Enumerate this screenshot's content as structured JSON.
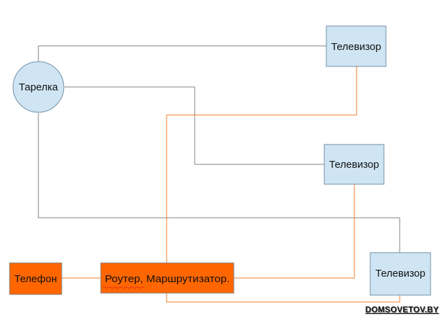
{
  "diagram": {
    "colors": {
      "gray_line": "#7f7f7f",
      "orange_line": "#f47b20",
      "tv_fill": "#cfe5f3",
      "tv_stroke": "#6f8ea8",
      "dish_fill": "#cfe5f3",
      "device_fill": "#ff6600",
      "device_stroke": "#7f7f7f"
    },
    "nodes": {
      "dish": {
        "label": "Тарелка",
        "shape": "circle"
      },
      "tv1": {
        "label": "Телевизор",
        "shape": "rect"
      },
      "tv2": {
        "label": "Телевизор",
        "shape": "rect"
      },
      "tv3": {
        "label": "Телевизор",
        "shape": "rect"
      },
      "phone": {
        "label": "Телефон",
        "shape": "rect"
      },
      "router": {
        "label": "Роутер, Маршрутизатор.",
        "shape": "rect"
      }
    },
    "edges": [
      {
        "from": "dish",
        "to": "tv1",
        "kind": "coax",
        "color": "gray"
      },
      {
        "from": "dish",
        "to": "tv2",
        "kind": "coax",
        "color": "gray"
      },
      {
        "from": "dish",
        "to": "tv3",
        "kind": "coax",
        "color": "gray"
      },
      {
        "from": "phone",
        "to": "router",
        "kind": "network",
        "color": "orange"
      },
      {
        "from": "router",
        "to": "tv1",
        "kind": "network",
        "color": "orange"
      },
      {
        "from": "router",
        "to": "tv2",
        "kind": "network",
        "color": "orange"
      },
      {
        "from": "router",
        "to": "tv3",
        "kind": "network",
        "color": "orange"
      }
    ]
  },
  "watermark": {
    "text": "DOMSOVETOV.BY"
  }
}
